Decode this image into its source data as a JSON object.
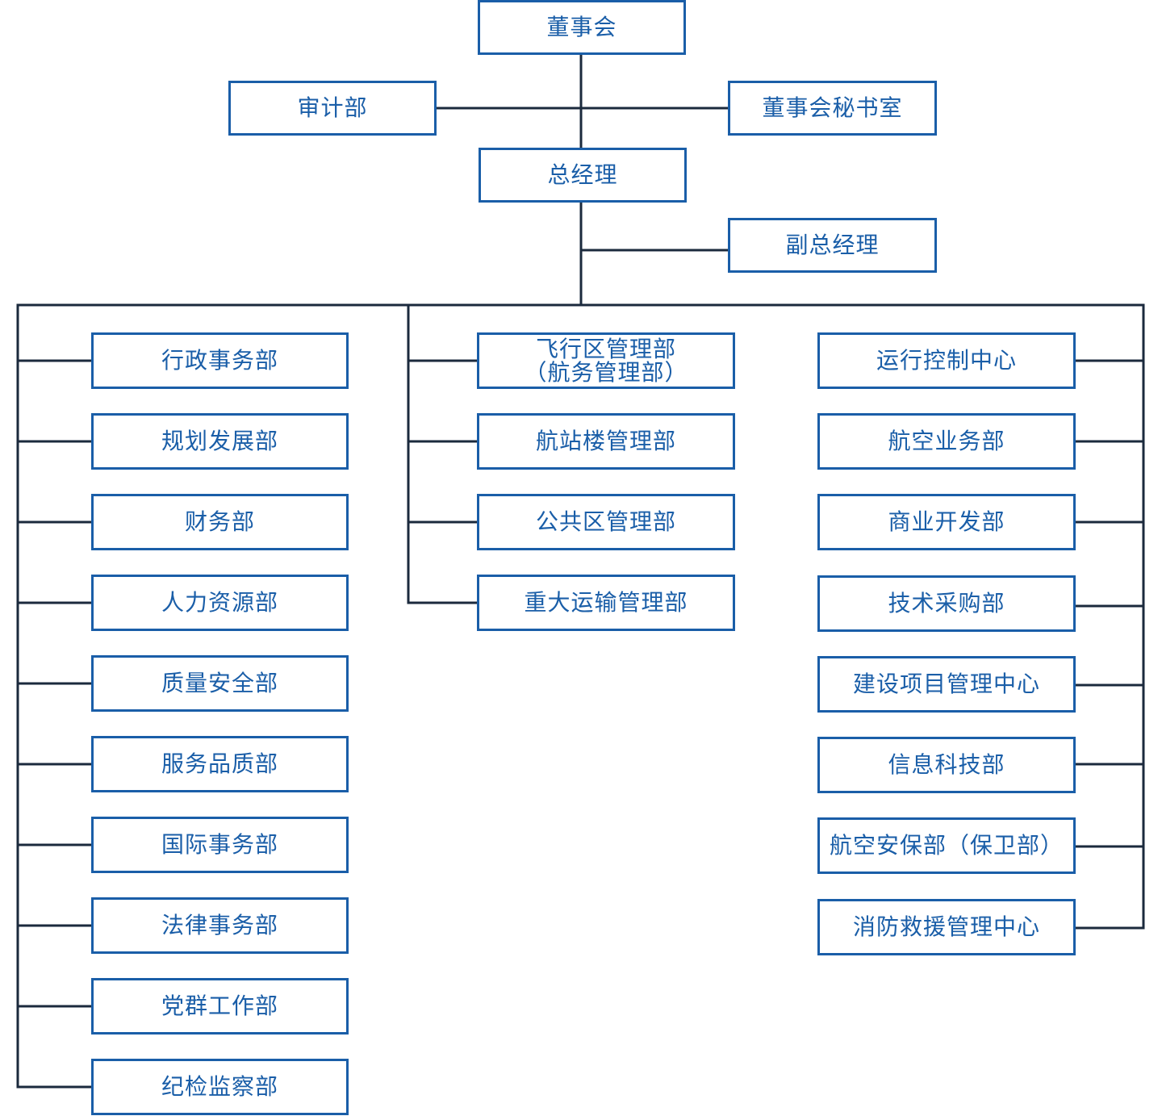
{
  "colors": {
    "box_border": "#1a5ea8",
    "box_text": "#1a5ea8",
    "connector": "#1b2a3d"
  },
  "top": {
    "board": "董事会",
    "audit": "审计部",
    "board_secretariat": "董事会秘书室",
    "general_manager": "总经理",
    "deputy_general_manager": "副总经理"
  },
  "left_column": [
    "行政事务部",
    "规划发展部",
    "财务部",
    "人力资源部",
    "质量安全部",
    "服务品质部",
    "国际事务部",
    "法律事务部",
    "党群工作部",
    "纪检监察部"
  ],
  "middle_column": {
    "airfield": {
      "line1": "飞行区管理部",
      "line2": "（航务管理部）"
    },
    "terminal": "航站楼管理部",
    "public_area": "公共区管理部",
    "major_transport": "重大运输管理部"
  },
  "right_column": [
    "运行控制中心",
    "航空业务部",
    "商业开发部",
    "技术采购部",
    "建设项目管理中心",
    "信息科技部",
    "航空安保部（保卫部）",
    "消防救援管理中心"
  ]
}
